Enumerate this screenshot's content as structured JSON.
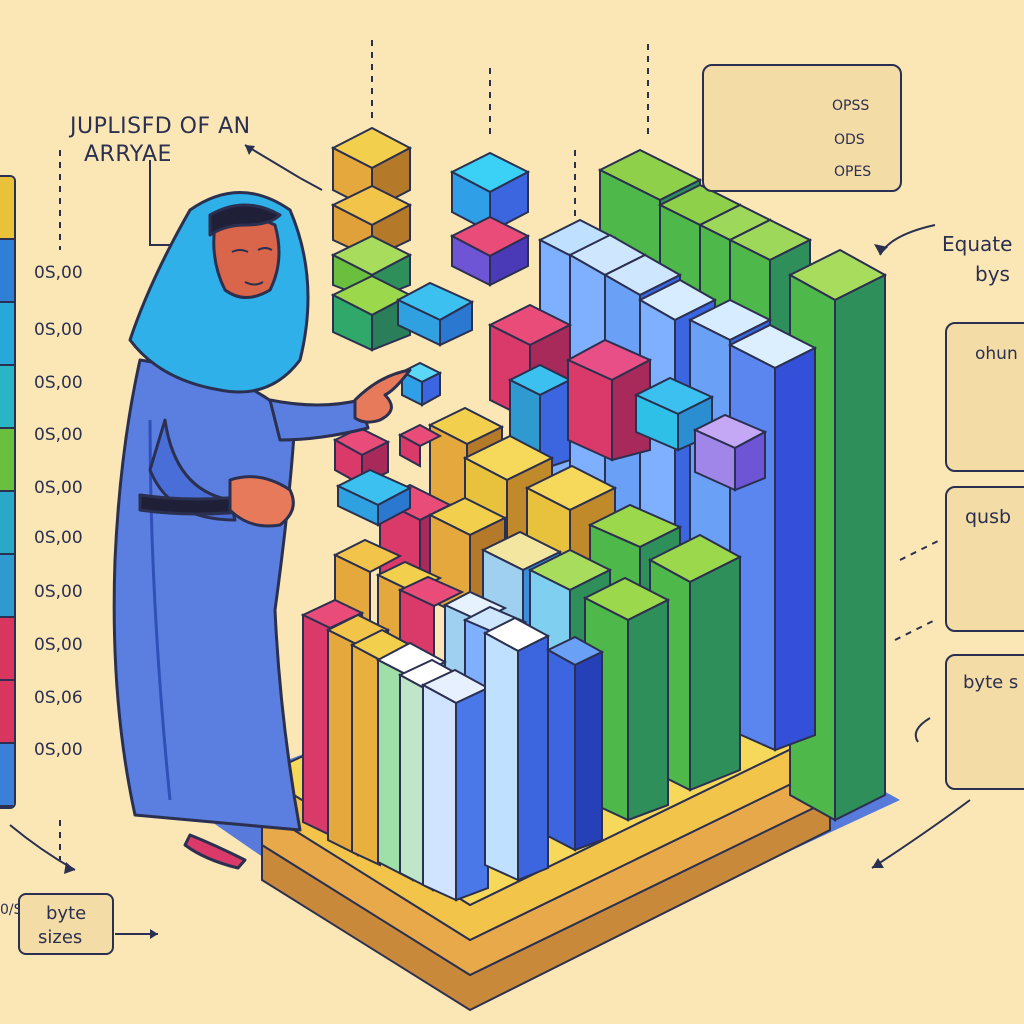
{
  "title_label": [
    "JUPLISFD OF AN",
    "ARRYAE"
  ],
  "left_scale": {
    "tick_labels": [
      "0S,00",
      "0S,00",
      "0S,00",
      "0S,00",
      "0S,00",
      "0S,00",
      "0S,00",
      "0S,00",
      "0S,06",
      "0S,00"
    ],
    "segment_colors": [
      "#e9c23a",
      "#2f7fd6",
      "#27a8d8",
      "#2ab5c6",
      "#6abf3f",
      "#2aa8c8",
      "#2f9ad0",
      "#d9365f",
      "#d9365f",
      "#3a7fd8"
    ]
  },
  "top_right_panel": {
    "labels": [
      "OPSS",
      "ODS",
      "OPES"
    ]
  },
  "right_labels": {
    "equate": "Equate",
    "bys": "bys",
    "chunk": "ohun",
    "qusb": "qusb",
    "byte": "byte s"
  },
  "bottom_left": {
    "prefix": "0/S",
    "line1": "byte",
    "line2": "sizes"
  },
  "colors": {
    "background": "#fbe7b5",
    "outline": "#2b3050",
    "green": "#4fb84a",
    "dark_green": "#2f8f5a",
    "blue": "#3b66e0",
    "light_blue": "#7fb0ff",
    "cyan": "#2fc0e8",
    "magenta": "#d93a6a",
    "yellow": "#e8c23d",
    "orange": "#e4a83c",
    "purple": "#6e55d6"
  }
}
